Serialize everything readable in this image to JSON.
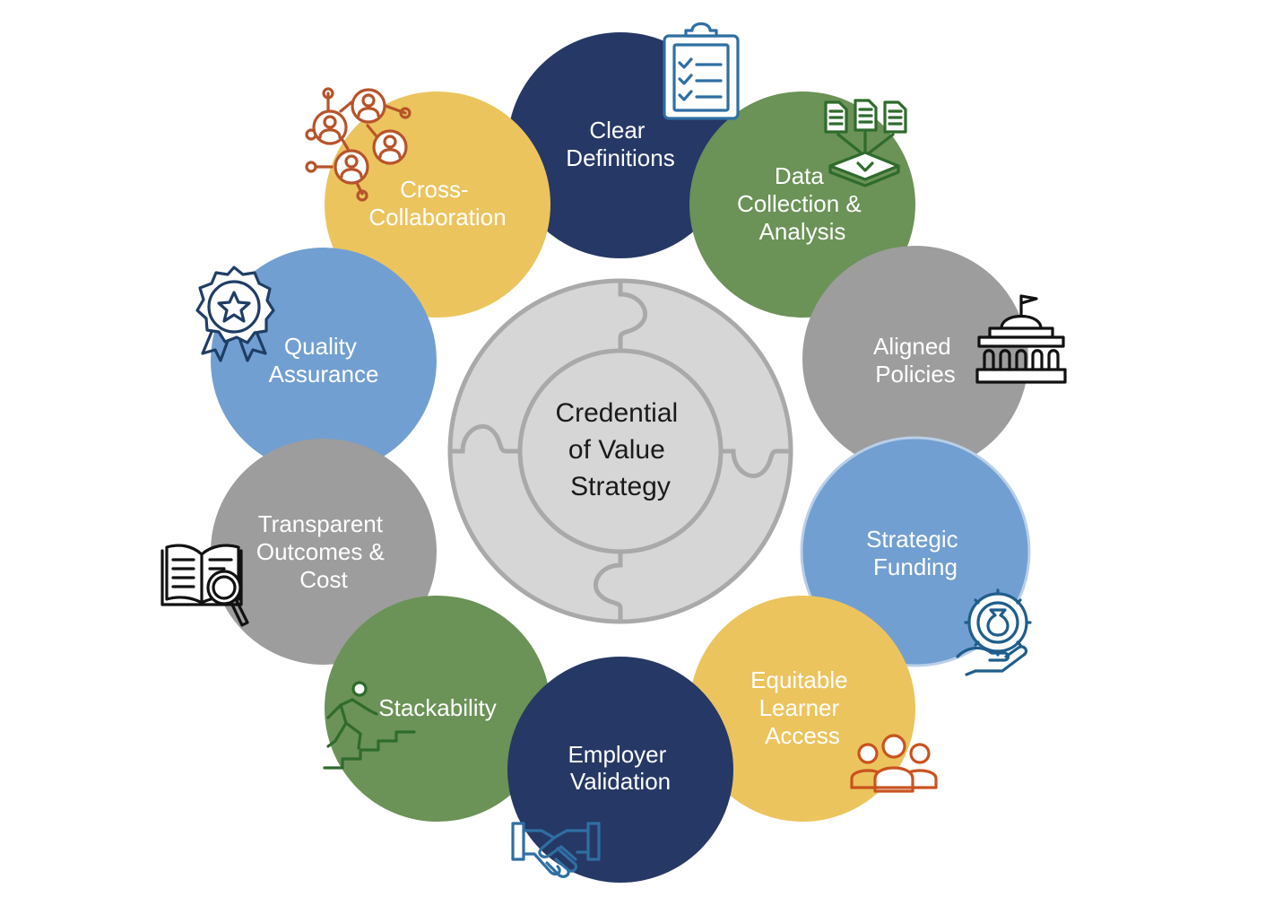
{
  "center": {
    "lines": [
      "Credential",
      "of Value",
      "Strategy"
    ]
  },
  "colors": {
    "navy": "#263865",
    "green": "#6b9257",
    "gray": "#9d9d9d",
    "blue": "#729fd1",
    "yellow": "#ecc45e",
    "puzzle_fill": "#d6d6d6",
    "puzzle_stroke": "#a9a9a9"
  },
  "nodes": [
    {
      "key": "clear-definitions",
      "lines": [
        "Clear",
        "Definitions"
      ],
      "color": "navy",
      "icon": "clipboard-checklist-icon"
    },
    {
      "key": "data-collection",
      "lines": [
        "Data",
        "Collection &",
        "Analysis"
      ],
      "color": "green",
      "icon": "documents-to-database-icon"
    },
    {
      "key": "aligned-policies",
      "lines": [
        "Aligned",
        "Policies"
      ],
      "color": "gray",
      "icon": "capitol-building-icon"
    },
    {
      "key": "strategic-funding",
      "lines": [
        "Strategic",
        "Funding"
      ],
      "color": "blue",
      "icon": "money-gear-hand-icon"
    },
    {
      "key": "equitable-access",
      "lines": [
        "Equitable",
        "Learner",
        "Access"
      ],
      "color": "yellow",
      "icon": "people-group-icon"
    },
    {
      "key": "employer-validation",
      "lines": [
        "Employer",
        "Validation"
      ],
      "color": "navy",
      "icon": "handshake-icon"
    },
    {
      "key": "stackability",
      "lines": [
        "Stackability"
      ],
      "color": "green",
      "icon": "person-climbing-stairs-icon"
    },
    {
      "key": "transparent-outcomes",
      "lines": [
        "Transparent",
        "Outcomes &",
        "Cost"
      ],
      "color": "gray",
      "icon": "book-magnifier-icon"
    },
    {
      "key": "quality-assurance",
      "lines": [
        "Quality",
        "Assurance"
      ],
      "color": "blue",
      "icon": "award-ribbon-icon"
    },
    {
      "key": "cross-collaboration",
      "lines": [
        "Cross-",
        "Collaboration"
      ],
      "color": "yellow",
      "icon": "people-network-icon"
    }
  ]
}
